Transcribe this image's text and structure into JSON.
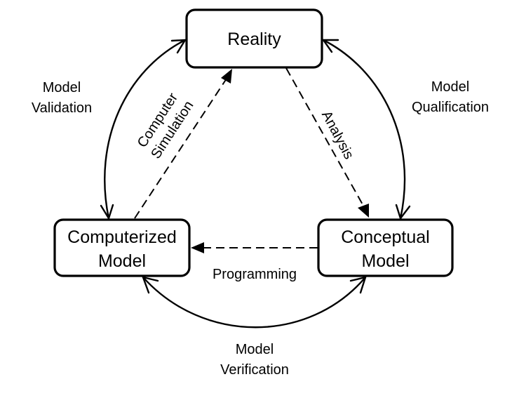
{
  "diagram": {
    "title": "Modeling and Simulation Process",
    "nodes": {
      "reality": {
        "label": "Reality"
      },
      "computerized_model": {
        "line1": "Computerized",
        "line2": "Model"
      },
      "conceptual_model": {
        "line1": "Conceptual",
        "line2": "Model"
      }
    },
    "dashed_edges": {
      "computer_simulation": {
        "line1": "Computer",
        "line2": "Simulation",
        "from": "Computerized Model",
        "to": "Reality"
      },
      "analysis": {
        "label": "Analysis",
        "from": "Reality",
        "to": "Conceptual Model"
      },
      "programming": {
        "label": "Programming",
        "from": "Conceptual Model",
        "to": "Computerized Model"
      }
    },
    "solid_edges": {
      "model_validation": {
        "line1": "Model",
        "line2": "Validation",
        "between": [
          "Reality",
          "Computerized Model"
        ]
      },
      "model_qualification": {
        "line1": "Model",
        "line2": "Qualification",
        "between": [
          "Reality",
          "Conceptual Model"
        ]
      },
      "model_verification": {
        "line1": "Model",
        "line2": "Verification",
        "between": [
          "Computerized Model",
          "Conceptual Model"
        ]
      }
    },
    "colors": {
      "stroke": "#000000",
      "background": "#ffffff"
    }
  }
}
